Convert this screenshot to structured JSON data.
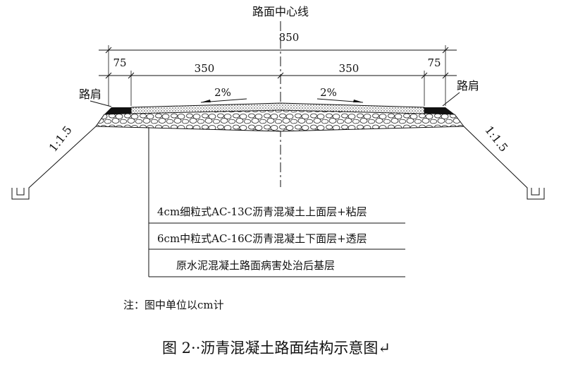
{
  "diagram": {
    "centerline_label": "路面中心线",
    "dims": {
      "total": "850",
      "left_shoulder": "75",
      "left_lane": "350",
      "right_lane": "350",
      "right_shoulder": "75"
    },
    "shoulder_left": "路肩",
    "shoulder_right": "路肩",
    "slope_left": "1:1.5",
    "slope_right": "1:1.5",
    "crossfall_left": "2%",
    "crossfall_right": "2%",
    "layers": [
      "4cm细粒式AC-13C沥青混凝土上面层+粘层",
      "6cm中粒式AC-16C沥青混凝土下面层+透层",
      "原水泥混凝土路面病害处治后基层"
    ],
    "note": "注：图中单位以cm计",
    "caption": "图 2··沥青混凝土路面结构示意图↵"
  }
}
